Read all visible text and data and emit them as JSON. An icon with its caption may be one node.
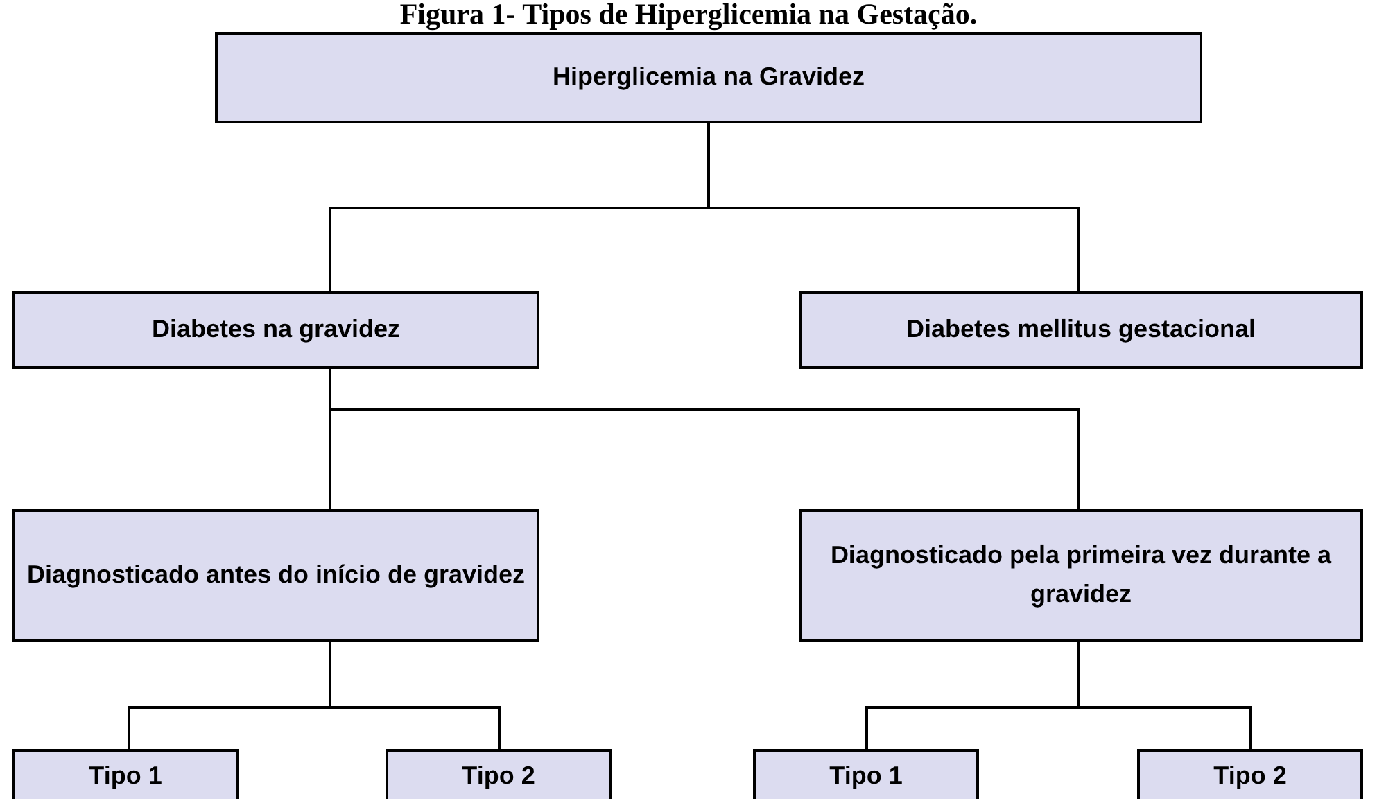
{
  "diagram": {
    "title": "Figura 1- Tipos de Hiperglicemia na Gestação.",
    "nodes": [
      {
        "text": [
          "Hiperglicemia na Gravidez"
        ]
      },
      {
        "text": [
          "Diabetes na gravidez"
        ]
      },
      {
        "text": [
          "Diabetes mellitus gestacional"
        ]
      },
      {
        "text": [
          "Diagnosticado antes do início de gravidez"
        ]
      },
      {
        "text": [
          "Diagnosticado pela primeira vez durante a gravidez"
        ]
      },
      {
        "text": [
          "Tipo 1"
        ]
      },
      {
        "text": [
          "Tipo 2"
        ]
      },
      {
        "text": [
          "Tipo 1"
        ]
      },
      {
        "text": [
          "Tipo 2"
        ]
      }
    ],
    "edges": [
      {
        "from": 0,
        "to": 1,
        "arrow": "none"
      },
      {
        "from": 0,
        "to": 2,
        "arrow": "none"
      },
      {
        "from": 1,
        "to": 3,
        "arrow": "none"
      },
      {
        "from": 1,
        "to": 4,
        "arrow": "none"
      },
      {
        "from": 3,
        "to": 5,
        "arrow": "none"
      },
      {
        "from": 3,
        "to": 6,
        "arrow": "none"
      },
      {
        "from": 4,
        "to": 7,
        "arrow": "none"
      },
      {
        "from": 4,
        "to": 8,
        "arrow": "none"
      }
    ]
  }
}
